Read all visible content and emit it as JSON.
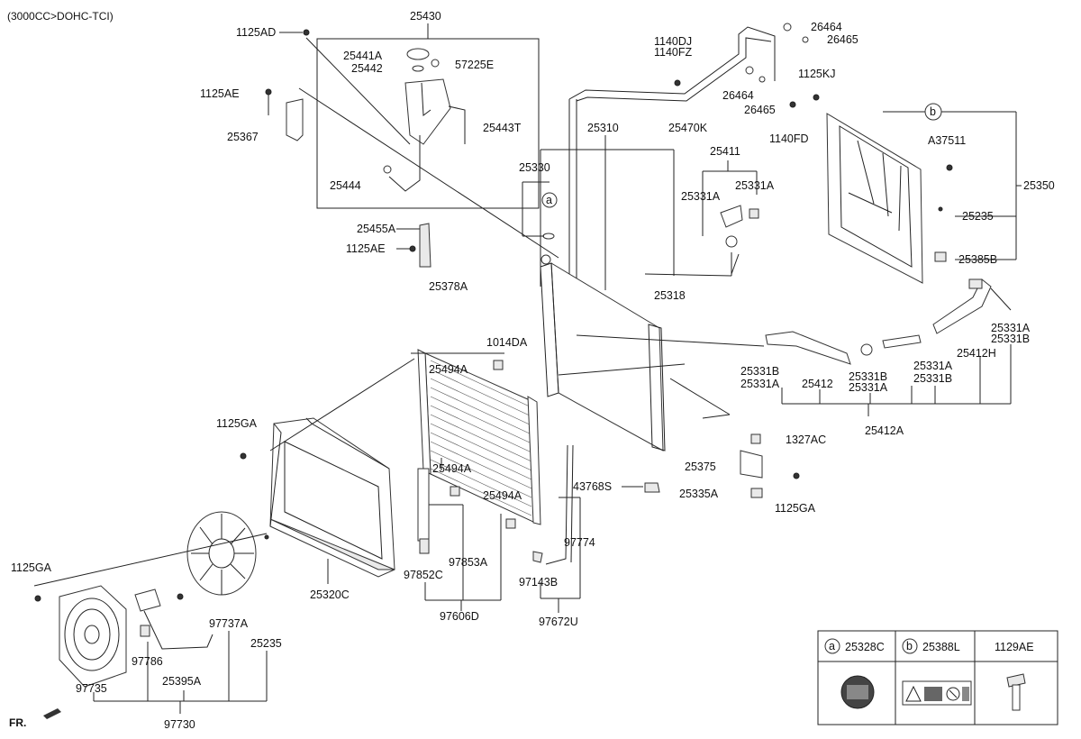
{
  "title": "(3000CC>DOHC-TCI)",
  "front_label": "FR.",
  "legend": {
    "a_label": "25328C",
    "b_label": "25388L",
    "c_label": "1129AE",
    "a_symbol": "a",
    "b_symbol": "b"
  },
  "callouts": {
    "c25430": "25430",
    "c1125AD": "1125AD",
    "c25441A": "25441A",
    "c57225E": "57225E",
    "c25442": "25442",
    "c1125AE_1": "1125AE",
    "c25443T": "25443T",
    "c25367": "25367",
    "c25444": "25444",
    "c25455A": "25455A",
    "c1125AE_2": "1125AE",
    "c25378A": "25378A",
    "c1140DJ": "1140DJ",
    "c1140FZ": "1140FZ",
    "c26464_1": "26464",
    "c26465_1": "26465",
    "c26464_2": "26464",
    "c26465_2": "26465",
    "c1125KJ": "1125KJ",
    "c25470K": "25470K",
    "c1140FD": "1140FD",
    "c25310": "25310",
    "c25330": "25330",
    "c_a_marker": "a",
    "c25411": "25411",
    "c25331A_1": "25331A",
    "c25331A_2": "25331A",
    "c_b_marker": "b",
    "cA37511": "A37511",
    "c25350": "25350",
    "c25235_1": "25235",
    "c25385B": "25385B",
    "c25318": "25318",
    "c1014DA": "1014DA",
    "c25494A_1": "25494A",
    "c25494A_2": "25494A",
    "c25494A_3": "25494A",
    "c25331A_3": "25331A",
    "c25331B_3": "25331B",
    "c25412H": "25412H",
    "c25331B_1": "25331B",
    "c25331A_4": "25331A",
    "c25412": "25412",
    "c25331B_2": "25331B",
    "c25331A_5": "25331A",
    "c25331A_6": "25331A",
    "c25331B_4": "25331B",
    "c25412A": "25412A",
    "c1327AC": "1327AC",
    "c25375": "25375",
    "c25335A": "25335A",
    "c1125GA_1": "1125GA",
    "c43768S": "43768S",
    "c1125GA_2": "1125GA",
    "c1125GA_3": "1125GA",
    "c97774": "97774",
    "c97853A": "97853A",
    "c97852C": "97852C",
    "c97143B": "97143B",
    "c97606D": "97606D",
    "c97672U": "97672U",
    "c25320C": "25320C",
    "c97737A": "97737A",
    "c25235_2": "25235",
    "c97786": "97786",
    "c25395A": "25395A",
    "c97735": "97735",
    "c97730": "97730"
  }
}
